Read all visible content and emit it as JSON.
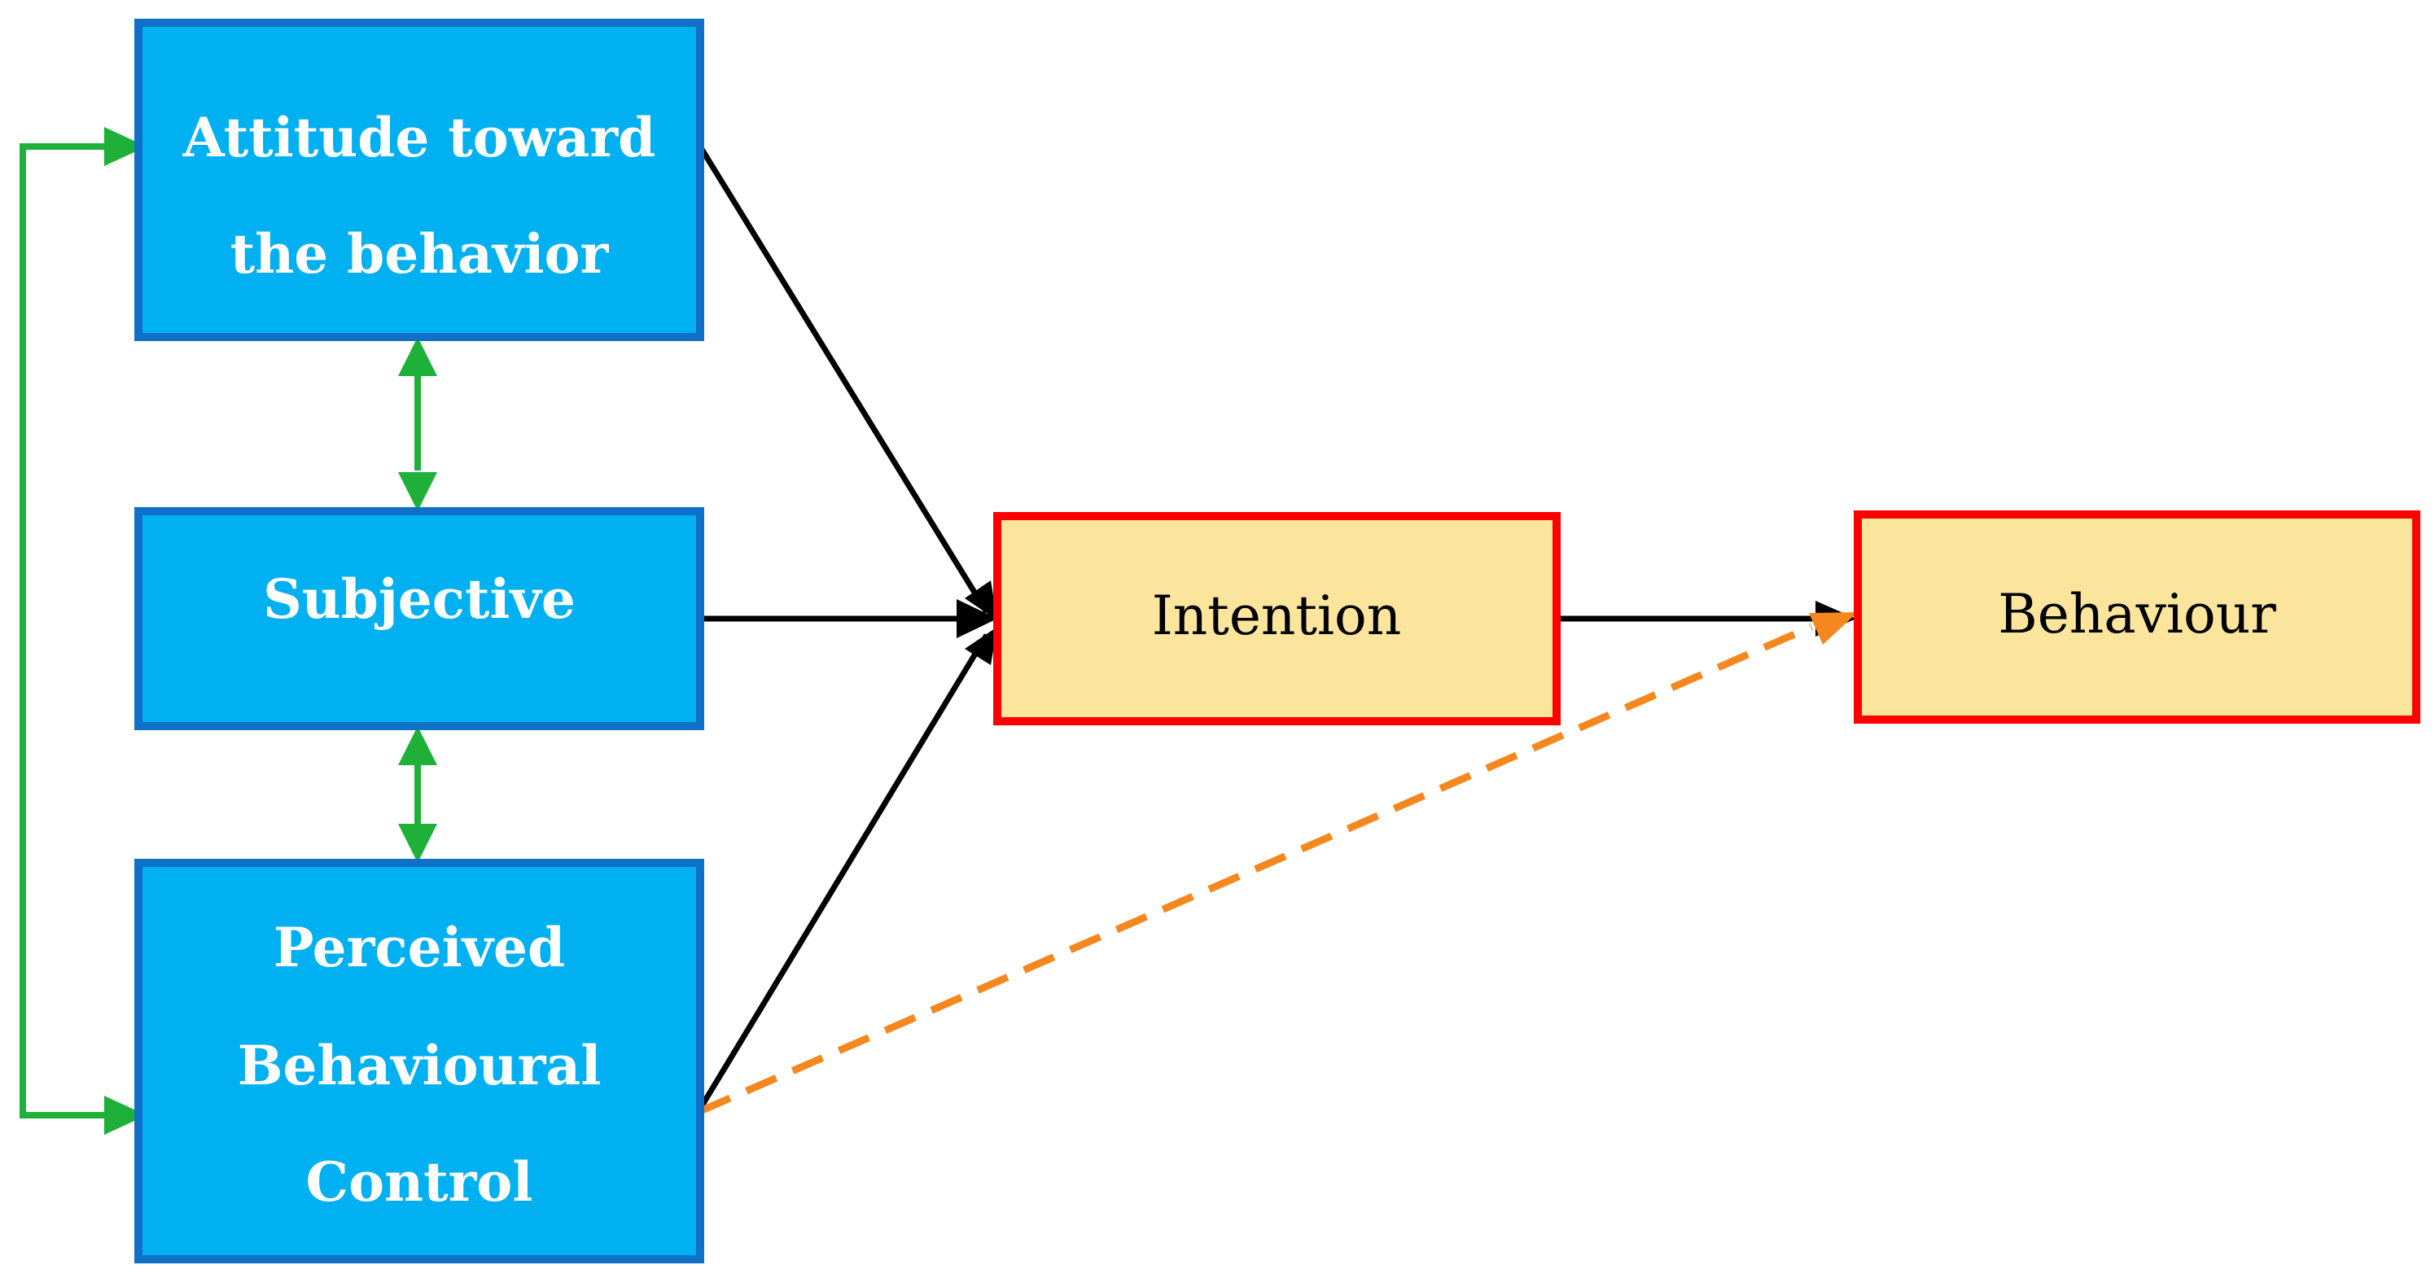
{
  "colors": {
    "construct_fill": "#00b0f0",
    "construct_border": "#0f70c8",
    "outcome_fill": "#fbe49c",
    "outcome_border": "#ff0000",
    "correlation_arrow": "#1fb03a",
    "path_arrow": "#000000",
    "direct_path_dashed": "#f5871f"
  },
  "nodes": {
    "attitude": {
      "lines": [
        "Attitude toward",
        "the behavior"
      ]
    },
    "subjective": {
      "lines": [
        "Subjective"
      ]
    },
    "pbc": {
      "lines": [
        "Perceived",
        "Behavioural",
        "Control"
      ]
    },
    "intention": {
      "lines": [
        "Intention"
      ]
    },
    "behaviour": {
      "lines": [
        "Behaviour"
      ]
    }
  },
  "edges": [
    {
      "from": "attitude",
      "to": "intention",
      "style": "solid",
      "color": "path_arrow"
    },
    {
      "from": "subjective",
      "to": "intention",
      "style": "solid",
      "color": "path_arrow"
    },
    {
      "from": "pbc",
      "to": "intention",
      "style": "solid",
      "color": "path_arrow"
    },
    {
      "from": "intention",
      "to": "behaviour",
      "style": "solid",
      "color": "path_arrow"
    },
    {
      "from": "pbc",
      "to": "behaviour",
      "style": "dashed",
      "color": "direct_path_dashed"
    },
    {
      "from": "attitude",
      "to": "subjective",
      "style": "double-headed",
      "color": "correlation_arrow"
    },
    {
      "from": "subjective",
      "to": "pbc",
      "style": "double-headed",
      "color": "correlation_arrow"
    },
    {
      "from": "attitude",
      "to": "pbc",
      "style": "double-headed-bracket",
      "color": "correlation_arrow"
    }
  ]
}
